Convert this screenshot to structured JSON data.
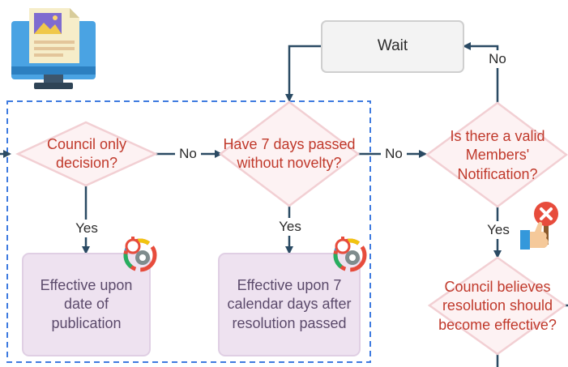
{
  "nodes": {
    "wait": "Wait",
    "council_only": "Council only\ndecision?",
    "seven_days": "Have 7 days passed\nwithout novelty?",
    "valid_notification": "Is there a valid\nMembers'\nNotification?",
    "effective_publication": "Effective upon\ndate of\npublication",
    "effective_seven_days": "Effective upon 7\ncalendar days after\nresolution passed",
    "council_believes": "Council believes\nresolution should\nbecome effective?"
  },
  "edges": {
    "no_1": "No",
    "no_2": "No",
    "no_3": "No",
    "yes_1": "Yes",
    "yes_2": "Yes",
    "yes_3": "Yes"
  },
  "icons": {
    "computer": "computer-document-icon",
    "timer_1": "stopwatch-gear-icon",
    "timer_2": "stopwatch-gear-icon",
    "reject": "thumbs-up-reject-icon"
  },
  "colors": {
    "decision_text": "#c0392b",
    "decision_fill": "#fdf2f3",
    "decision_stroke": "#f2cfd3",
    "outcome_fill": "#eee2f0",
    "outcome_text": "#5b4a6b",
    "arrow": "#2a4a63",
    "group_border": "#3f7be0"
  }
}
